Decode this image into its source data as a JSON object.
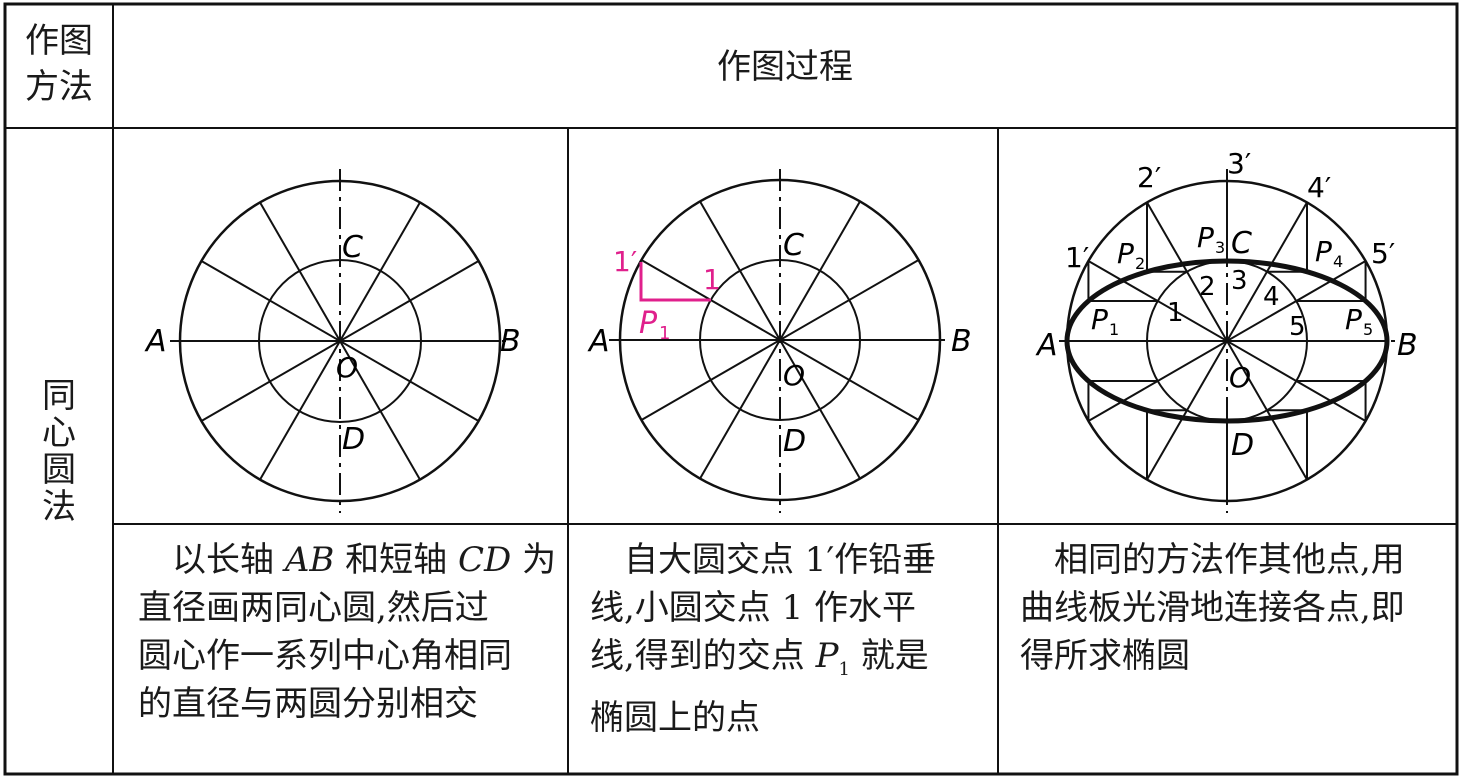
{
  "header": {
    "method_col_line1": "作图",
    "method_col_line2": "方法",
    "process_col": "作图过程"
  },
  "method": {
    "name_chars": [
      "同",
      "心",
      "圆",
      "法"
    ]
  },
  "steps": [
    {
      "desc_lines": [
        [
          "　以长轴 ",
          {
            "i": "AB"
          },
          " 和短轴 ",
          {
            "i": "CD"
          },
          " 为"
        ],
        [
          "直径画两同心圆,然后过"
        ],
        [
          "圆心作一系列中心角相同"
        ],
        [
          "的直径与两圆分别相交"
        ]
      ],
      "labels": {
        "a": "A",
        "b": "B",
        "c": "C",
        "d": "D",
        "o": "O"
      }
    },
    {
      "desc_lines": [
        [
          "　自大圆交点 1′作铅垂"
        ],
        [
          "线,小圆交点 1 作水平"
        ],
        [
          "线,得到的交点 ",
          {
            "i": "P"
          },
          {
            "sub": "1"
          },
          " 就是"
        ],
        [
          "椭圆上的点"
        ]
      ],
      "labels": {
        "a": "A",
        "b": "B",
        "c": "C",
        "d": "D",
        "o": "O",
        "p1": "P",
        "p1_sub": "1",
        "pt1": "1",
        "pt1p": "1′"
      },
      "highlight_color": "#e0208c"
    },
    {
      "desc_lines": [
        [
          "　相同的方法作其他点,用"
        ],
        [
          "曲线板光滑地连接各点,即"
        ],
        [
          "得所求椭圆"
        ]
      ],
      "labels": {
        "a": "A",
        "b": "B",
        "c": "C",
        "d": "D",
        "o": "O",
        "big_pts": [
          "1′",
          "2′",
          "3′",
          "4′",
          "5′"
        ],
        "small_pts": [
          "1",
          "2",
          "3",
          "4",
          "5"
        ],
        "p_main": "P",
        "p_subs": [
          "1",
          "2",
          "3",
          "4",
          "5"
        ]
      }
    }
  ]
}
